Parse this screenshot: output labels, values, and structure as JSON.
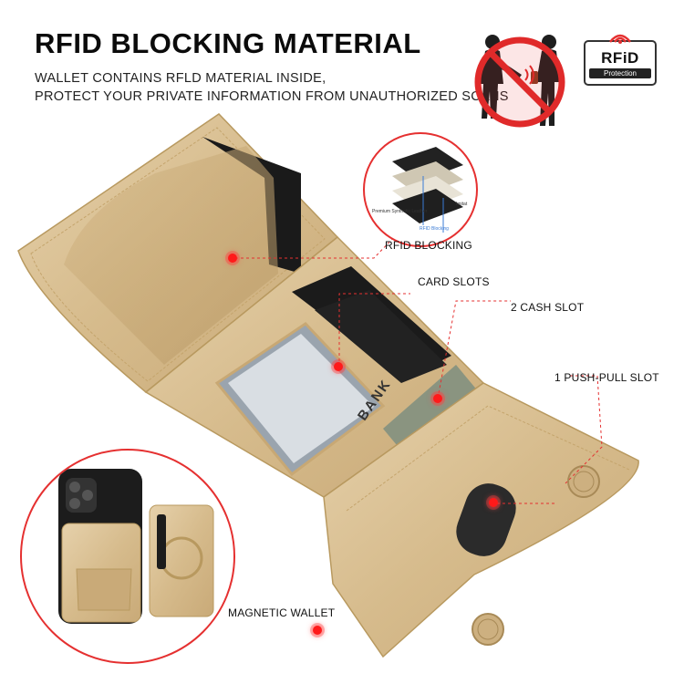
{
  "header": {
    "title": "RFID BLOCKING MATERIAL",
    "subtitle_line1": "WALLET CONTAINS RFLD MATERIAL INSIDE,",
    "subtitle_line2": "PROTECT YOUR PRIVATE INFORMATION FROM UNAUTHORIZED SCANS"
  },
  "badge": {
    "main": "RFiD",
    "sub": "Protection"
  },
  "layers_inset": {
    "label_leather": "Premium Synthetic Leather",
    "label_rfid": "RFID Blocking",
    "label_imitation": "Imitat"
  },
  "callouts": {
    "rfid_blocking": "RFID BLOCKING",
    "card_slots": "CARD SLOTS",
    "cash_slot": "2 CASH SLOT",
    "push_pull": "1 PUSH-PULL SLOT",
    "magnetic_wallet": "MAGNETIC WALLET"
  },
  "card_text": {
    "bank": "BANK"
  },
  "colors": {
    "accent_red": "#e53030",
    "leather_gold": "#d9bf93",
    "leather_dark": "#b89b6c"
  },
  "icons": [
    "wifi-icon",
    "person-thief-icon",
    "person-victim-icon",
    "no-sign-icon"
  ]
}
